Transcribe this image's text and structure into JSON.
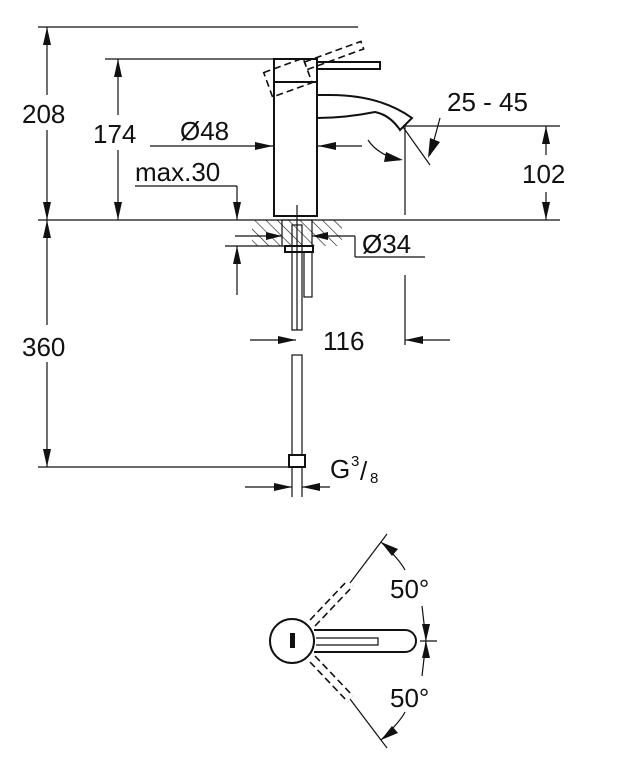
{
  "drawing": {
    "side_view": {
      "total_height": "208",
      "body_height": "174",
      "body_diameter": "Ø48",
      "max_counter_thickness": "max.30",
      "spout_height": "102",
      "spout_angle_range": "25 - 45",
      "hole_diameter": "Ø34",
      "spout_reach": "116",
      "hose_length": "360",
      "connection_thread": "G",
      "thread_numerator": "3",
      "thread_denominator": "8"
    },
    "plan_view": {
      "lever_angle_up": "50°",
      "lever_angle_down": "50°"
    }
  }
}
